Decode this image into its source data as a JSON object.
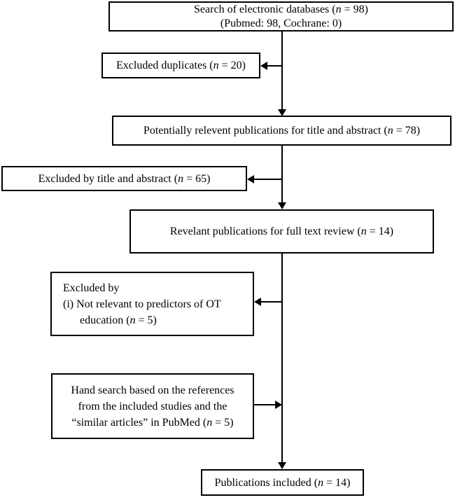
{
  "colors": {
    "line": "#000000",
    "box_border": "#000000",
    "background": "#ffffff",
    "text": "#000000"
  },
  "boxes": {
    "search": {
      "lines": [
        "Search of electronic databases (n = 98)",
        "(Pubmed: 98, Cochrane: 0)"
      ]
    },
    "excluded_duplicates": {
      "lines": [
        "Excluded duplicates (n = 20)"
      ]
    },
    "title_abstract": {
      "lines": [
        "Potentially relevent publications for title and abstract (n = 78)"
      ]
    },
    "excluded_title_abstract": {
      "lines": [
        "Excluded by title and abstract (n = 65)"
      ]
    },
    "full_text_review": {
      "lines": [
        "Revelant publications for full text review (n = 14)"
      ]
    },
    "excluded_full_text": {
      "lines": [
        "Excluded by",
        "(i) Not relevant to predictors of OT",
        "education (n = 5)"
      ]
    },
    "hand_search": {
      "lines": [
        "Hand search based on the references",
        "from the included studies and the",
        "“similar articles” in PubMed (n = 5)"
      ]
    },
    "included": {
      "lines": [
        "Publications included (n = 14)"
      ]
    }
  }
}
